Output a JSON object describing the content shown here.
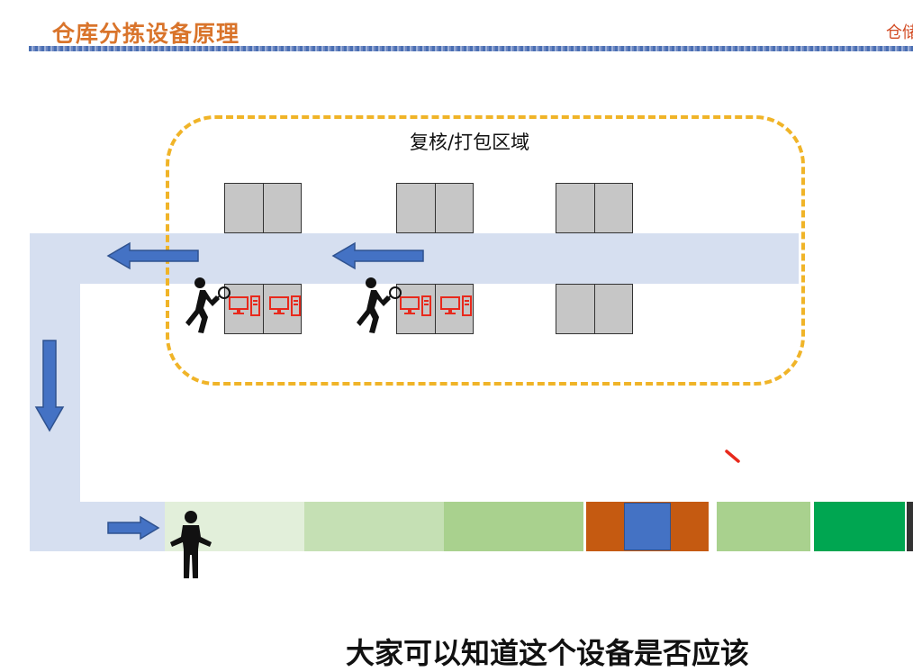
{
  "slide": {
    "title": "仓库分拣设备原理",
    "title_right": "仓储",
    "area_label": "复核/打包区域",
    "bottom_text": "大家可以知道这个设备是否应该"
  },
  "colors": {
    "title": "#d9742b",
    "area_border": "#f0b428",
    "corridor": "#d6dff0",
    "arrow": "#4472c4",
    "station_fill": "#c6c6c6",
    "computer": "#e8291c"
  },
  "icons": {
    "walker": "person-with-scanner-icon",
    "standing": "standing-person-icon",
    "computer": "computer-icon",
    "arrow": "arrow-icon"
  },
  "conveyor": {
    "segment_colors": [
      "#e2efda",
      "#c5e0b4",
      "#a9d18e",
      "#c55a11",
      "#4472c4",
      "#a9d18e",
      "#00a651"
    ]
  }
}
